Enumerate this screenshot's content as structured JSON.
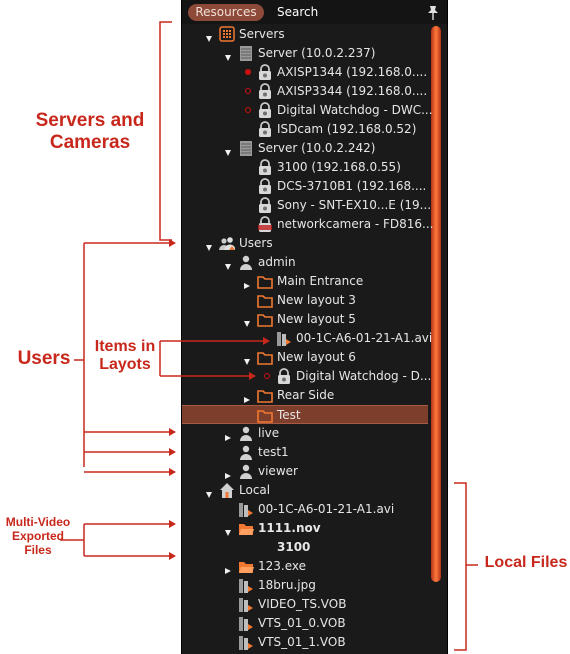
{
  "panel": {
    "tabs": [
      {
        "label": "Resources",
        "active": true
      },
      {
        "label": "Search",
        "active": false
      }
    ],
    "accent_color": "#8e4a38",
    "scroll_color": "#ff7a3a"
  },
  "tree": [
    {
      "label": "Servers",
      "arrow": "down",
      "icon": "servers-grid-icon"
    },
    {
      "label": "Server (10.0.2.237)",
      "arrow": "down",
      "icon": "server-icon"
    },
    {
      "label": "AXISP1344 (192.168.0....",
      "arrow": "none",
      "icon": "camera-icon",
      "status": "recording"
    },
    {
      "label": "AXISP3344 (192.168.0....",
      "arrow": "none",
      "icon": "camera-icon",
      "status": "offline"
    },
    {
      "label": "Digital Watchdog - DWC...",
      "arrow": "none",
      "icon": "camera-icon",
      "status": "offline"
    },
    {
      "label": "ISDcam (192.168.0.52)",
      "arrow": "none",
      "icon": "camera-icon"
    },
    {
      "label": "Server (10.0.2.242)",
      "arrow": "down",
      "icon": "server-icon"
    },
    {
      "label": "3100 (192.168.0.55)",
      "arrow": "none",
      "icon": "camera-icon"
    },
    {
      "label": "DCS-3710B1 (192.168....",
      "arrow": "none",
      "icon": "camera-icon"
    },
    {
      "label": "Sony - SNT-EX10...E (19...",
      "arrow": "none",
      "icon": "camera-icon"
    },
    {
      "label": "networkcamera - FD816...",
      "arrow": "none",
      "icon": "camera-alert-icon"
    },
    {
      "label": "Users",
      "arrow": "down",
      "icon": "users-icon"
    },
    {
      "label": "admin",
      "arrow": "down",
      "icon": "user-icon"
    },
    {
      "label": "Main Entrance",
      "arrow": "right",
      "icon": "folder-icon"
    },
    {
      "label": "New layout 3",
      "arrow": "none",
      "icon": "folder-icon"
    },
    {
      "label": "New layout 5",
      "arrow": "down",
      "icon": "folder-icon"
    },
    {
      "label": "00-1C-A6-01-21-A1.avi",
      "arrow": "none",
      "icon": "video-file-icon"
    },
    {
      "label": "New layout 6",
      "arrow": "down",
      "icon": "folder-icon"
    },
    {
      "label": "Digital Watchdog - D...",
      "arrow": "none",
      "icon": "camera-icon",
      "status": "offline"
    },
    {
      "label": "Rear Side",
      "arrow": "right",
      "icon": "folder-icon"
    },
    {
      "label": "Test",
      "arrow": "none",
      "icon": "folder-icon",
      "selected": true
    },
    {
      "label": "live",
      "arrow": "right",
      "icon": "user-icon"
    },
    {
      "label": "test1",
      "arrow": "none",
      "icon": "user-icon"
    },
    {
      "label": "viewer",
      "arrow": "right",
      "icon": "user-icon"
    },
    {
      "label": "Local",
      "arrow": "down",
      "icon": "home-icon"
    },
    {
      "label": "00-1C-A6-01-21-A1.avi",
      "arrow": "none",
      "icon": "video-file-icon"
    },
    {
      "label": "1111.nov",
      "arrow": "down",
      "icon": "folder-open-icon",
      "bold": true
    },
    {
      "label": "3100",
      "arrow": "none",
      "icon": "",
      "bold": true
    },
    {
      "label": "123.exe",
      "arrow": "right",
      "icon": "folder-open-icon"
    },
    {
      "label": "18bru.jpg",
      "arrow": "none",
      "icon": "video-file-icon"
    },
    {
      "label": "VIDEO_TS.VOB",
      "arrow": "none",
      "icon": "video-file-icon"
    },
    {
      "label": "VTS_01_0.VOB",
      "arrow": "none",
      "icon": "video-file-icon"
    },
    {
      "label": "VTS_01_1.VOB",
      "arrow": "none",
      "icon": "video-file-icon"
    }
  ],
  "annotations": {
    "servers_cameras": "Servers and Cameras",
    "users": "Users",
    "items_in_layouts": "Items in Layots",
    "multi_video": "Multi-Video Exported Files",
    "local_files": "Local Files",
    "color": "#c8281c"
  }
}
